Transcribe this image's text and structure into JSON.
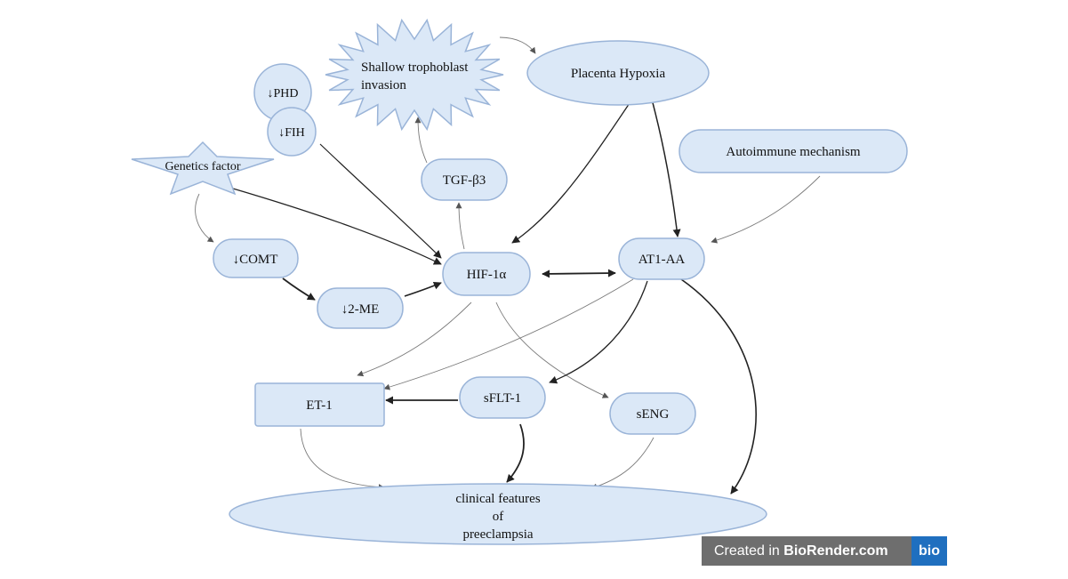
{
  "nodes": {
    "shallow": {
      "line1": "Shallow trophoblast",
      "line2": "invasion"
    },
    "placenta": "Placenta Hypoxia",
    "phd": "↓PHD",
    "fih": "↓FIH",
    "genetics": "Genetics factor",
    "tgf": "TGF-β3",
    "autoimmune": "Autoimmune mechanism",
    "comt": "↓COMT",
    "hif": "HIF-1α",
    "at1": "AT1-AA",
    "me2": "↓2-ME",
    "et1": "ET-1",
    "sflt": "sFLT-1",
    "seng": "sENG",
    "clinical": {
      "line1": "clinical features",
      "line2": "of",
      "line3": "preeclampsia"
    }
  },
  "colors": {
    "node_fill": "#dbe8f7",
    "node_stroke": "#9ab4d8",
    "arrow": "#222222",
    "badge_bg": "#6e6e6e",
    "badge_logo_bg": "#1f6fbf"
  },
  "badge": {
    "prefix": "Created in ",
    "brand": "BioRender.com",
    "logo": "bio"
  }
}
